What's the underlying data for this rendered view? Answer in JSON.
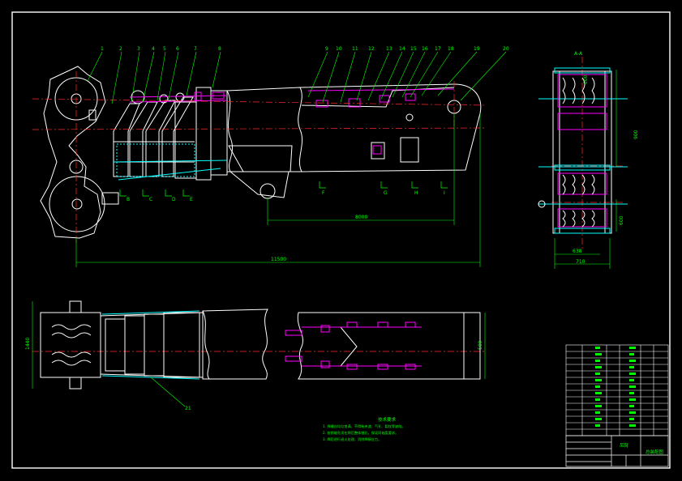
{
  "colors": {
    "background": "#000000",
    "outline": "#ffffff",
    "dimension": "#00ff00",
    "centerline": "#ff2a2a",
    "detail": "#ff00ff",
    "hidden": "#00ffff",
    "yellow": "#ffff00"
  },
  "side_view": {
    "dim_total": "11500",
    "dim_inner": "8000",
    "section_letters": [
      "B",
      "C",
      "D",
      "E"
    ],
    "section_letters_right": [
      "F",
      "G",
      "H",
      "I"
    ],
    "balloons": [
      "1",
      "2",
      "3",
      "4",
      "5",
      "6",
      "7",
      "8",
      "9",
      "10",
      "11",
      "12",
      "13",
      "14",
      "15",
      "16",
      "17",
      "18",
      "19",
      "20"
    ]
  },
  "end_view": {
    "dim_top": "600",
    "dim_mid": "900",
    "dim_bottom": "600",
    "dim_width_a": "638",
    "dim_width_b": "710",
    "label": "A-A"
  },
  "top_view": {
    "dim_left": "1440",
    "dim_right": "500",
    "balloon": "21"
  },
  "notes": {
    "title": "技术要求",
    "lines": [
      "1. 焊缝应均匀饱满，不得有夹渣、气孔、裂纹等缺陷。",
      "2. 各销轴孔须在焊后整体镗孔，保证同轴度要求。",
      "3. 焊后进行退火处理，消除焊接应力。"
    ]
  },
  "title_block": {
    "drawing_name": "吊臂",
    "drawing_code": "总装配图"
  }
}
